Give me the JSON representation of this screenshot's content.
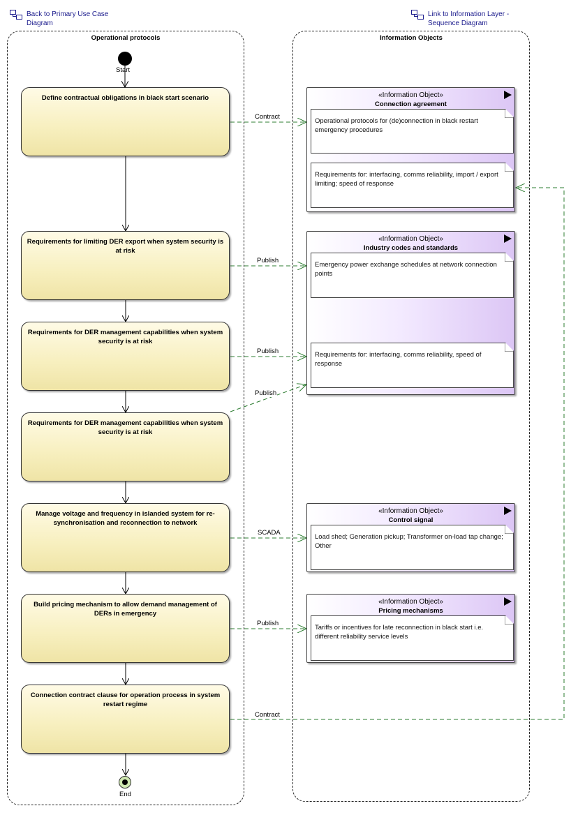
{
  "links": {
    "back": "Back to Primary Use Case\nDiagram",
    "forward": "Link to Information Layer -\nSequence Diagram"
  },
  "partitions": {
    "left": "Operational protocols",
    "right": "Information Objects"
  },
  "nodes": {
    "start": "Start",
    "end": "End"
  },
  "actions": [
    {
      "label": "Define contractual obligations in black start scenario"
    },
    {
      "label": "Requirements for limiting DER export when system security is at risk"
    },
    {
      "label": "Requirements for DER management capabilities when system security is at risk"
    },
    {
      "label": "Requirements for DER management capabilities when system security is at risk"
    },
    {
      "label": "Manage voltage and frequency in islanded system for re-synchronisation and reconnection to network"
    },
    {
      "label": "Build pricing mechanism to allow demand management of DERs in emergency"
    },
    {
      "label": "Connection contract clause for operation process in system restart regime"
    }
  ],
  "info_objects": [
    {
      "stereotype": "«Information Object»",
      "name": "Connection agreement",
      "notes": [
        "Operational protocols for (de)connection in black restart emergency procedures",
        "Requirements for: interfacing, comms reliability, import / export limiting; speed of response"
      ]
    },
    {
      "stereotype": "«Information Object»",
      "name": "Industry codes and standards",
      "notes": [
        "Emergency power exchange schedules at network connection points",
        "Requirements for: interfacing, comms reliability, speed of response"
      ]
    },
    {
      "stereotype": "«Information Object»",
      "name": "Control signal",
      "notes": [
        "Load shed; Generation pickup; Transformer on-load tap change; Other"
      ]
    },
    {
      "stereotype": "«Information Object»",
      "name": "Pricing mechanisms",
      "notes": [
        "Tariffs or incentives for late reconnection in black start i.e. different reliability service levels"
      ]
    }
  ],
  "flows": [
    "Contract",
    "Publish",
    "Publish",
    "Publish",
    "SCADA",
    "Publish",
    "Contract"
  ],
  "colors": {
    "action_fill": "#f7efbe",
    "info_fill": "#dcc6f5",
    "flow_green": "#2e7d32",
    "link_blue": "#1a1a8c",
    "end_fill": "#cfe8b0"
  }
}
